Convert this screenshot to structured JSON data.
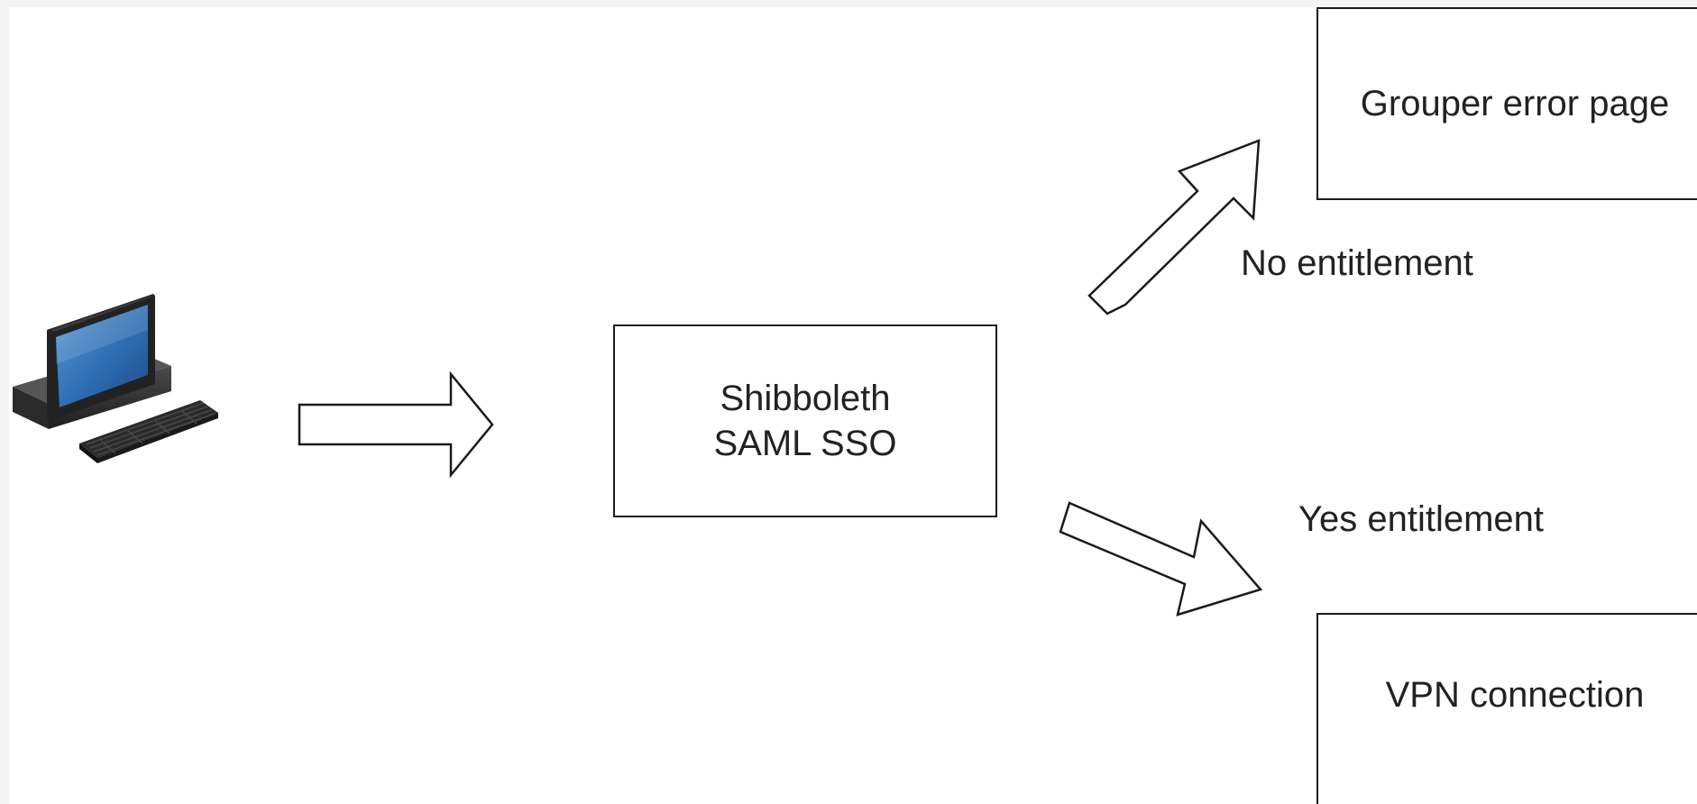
{
  "nodes": {
    "sso": {
      "lines": [
        "Shibboleth",
        "SAML SSO"
      ]
    },
    "error": {
      "label": "Grouper error page"
    },
    "vpn": {
      "label": "VPN connection"
    }
  },
  "edges": {
    "no": {
      "label": "No entitlement"
    },
    "yes": {
      "label": "Yes entitlement"
    }
  },
  "icons": {
    "computer": "desktop-computer-icon"
  },
  "colors": {
    "stroke": "#1a1a1a",
    "text": "#222222",
    "background": "#ffffff",
    "frame": "#f3f3f3"
  }
}
